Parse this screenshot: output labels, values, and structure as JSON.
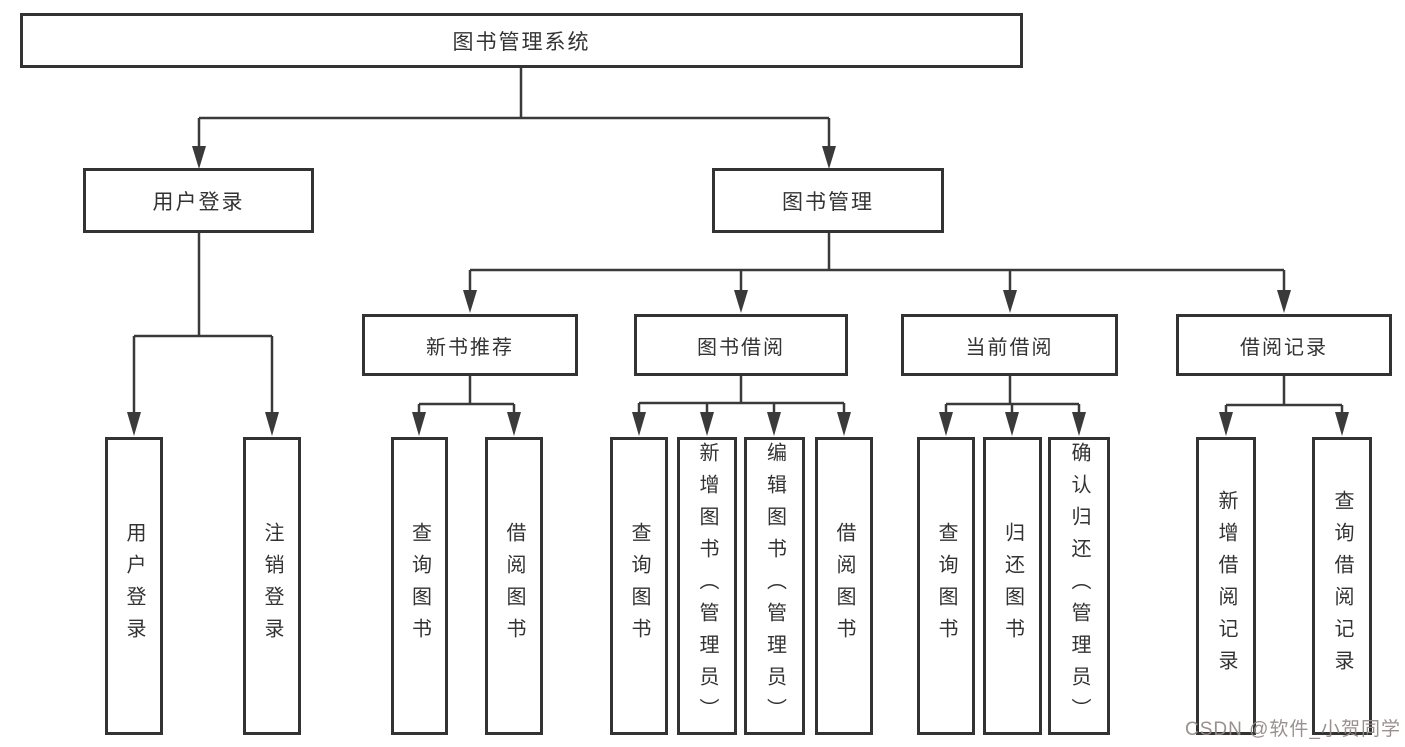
{
  "diagram_title": "图书管理系统",
  "nodes": {
    "root": "图书管理系统",
    "user_login": "用户登录",
    "book_management": "图书管理",
    "ul_user_login": "用户登录",
    "ul_logout": "注销登录",
    "new_book_recommend": "新书推荐",
    "book_borrow": "图书借阅",
    "current_borrow": "当前借阅",
    "borrow_record": "借阅记录",
    "nbr_query_book": "查询图书",
    "nbr_borrow_book": "借阅图书",
    "bb_query_book": "查询图书",
    "bb_add_book_admin": "新增图书（管理员）",
    "bb_edit_book_admin": "编辑图书（管理员）",
    "bb_borrow_book": "借阅图书",
    "cb_query_book": "查询图书",
    "cb_return_book": "归还图书",
    "cb_confirm_return_admin": "确认归还（管理员）",
    "br_add_record": "新增借阅记录",
    "br_query_record": "查询借阅记录"
  },
  "watermark": {
    "text": "CSDN @软件_小贺同学",
    "color": "#968a8a"
  },
  "colors": {
    "line": "#3a3a3a",
    "border": "#333333",
    "text": "#333333",
    "background": "#ffffff"
  }
}
